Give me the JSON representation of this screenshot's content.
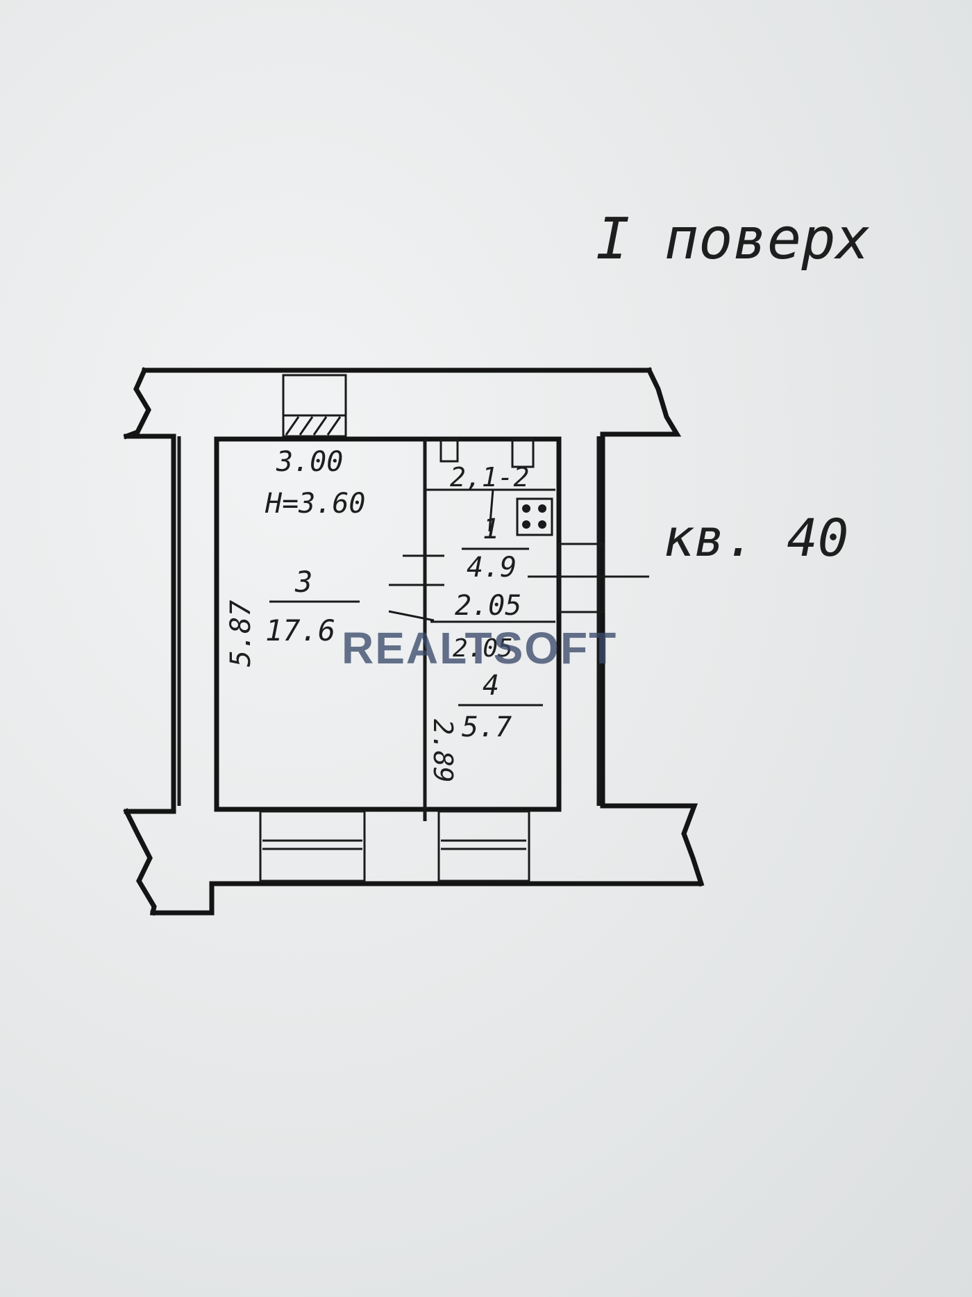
{
  "floor_label": "I поверх",
  "apartment_label": "кв. 40",
  "rooms": [
    {
      "number": "3",
      "area": "17.6",
      "width": "3.00",
      "height": "H=3.60",
      "length": "5.87"
    },
    {
      "number": "1",
      "area": "4.9",
      "width": "2.05"
    },
    {
      "number": "4",
      "area": "5.7",
      "width": "2.05",
      "length": "2.89"
    }
  ],
  "fixture_label": "2,1-2",
  "watermark": "REALTSOFT"
}
